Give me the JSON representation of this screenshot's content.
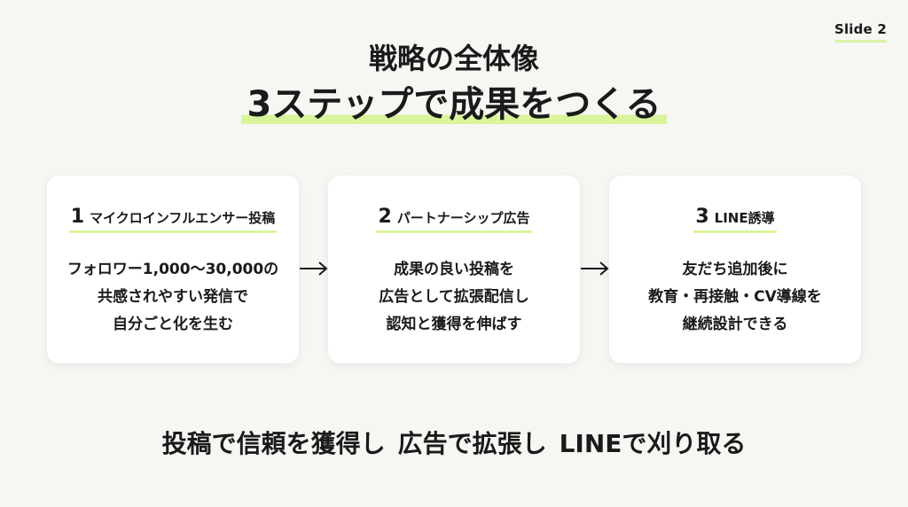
{
  "slide_label": "Slide 2",
  "title": {
    "line1": "戦略の全体像",
    "line2": "3ステップで成果をつくる"
  },
  "steps": [
    {
      "number": "1",
      "title": "マイクロインフルエンサー投稿",
      "body": [
        "フォロワー1,000〜30,000の",
        "共感されやすい発信で",
        "自分ごと化を生む"
      ]
    },
    {
      "number": "2",
      "title": "パートナーシップ広告",
      "body": [
        "成果の良い投稿を",
        "広告として拡張配信し",
        "認知と獲得を伸ばす"
      ]
    },
    {
      "number": "3",
      "title": "LINE誘導",
      "body": [
        "友だち追加後に",
        "教育・再接触・CV導線を",
        "継続設計できる"
      ]
    }
  ],
  "tagline": [
    "投稿で信頼を獲得し",
    "広告で拡張し",
    "LINEで刈り取る"
  ],
  "colors": {
    "background": "#f6f6f3",
    "card": "#ffffff",
    "accent_highlight": "#d9f59b",
    "text": "#1a1a1a"
  },
  "icons": [
    "arrow-right-icon",
    "arrow-right-icon"
  ]
}
